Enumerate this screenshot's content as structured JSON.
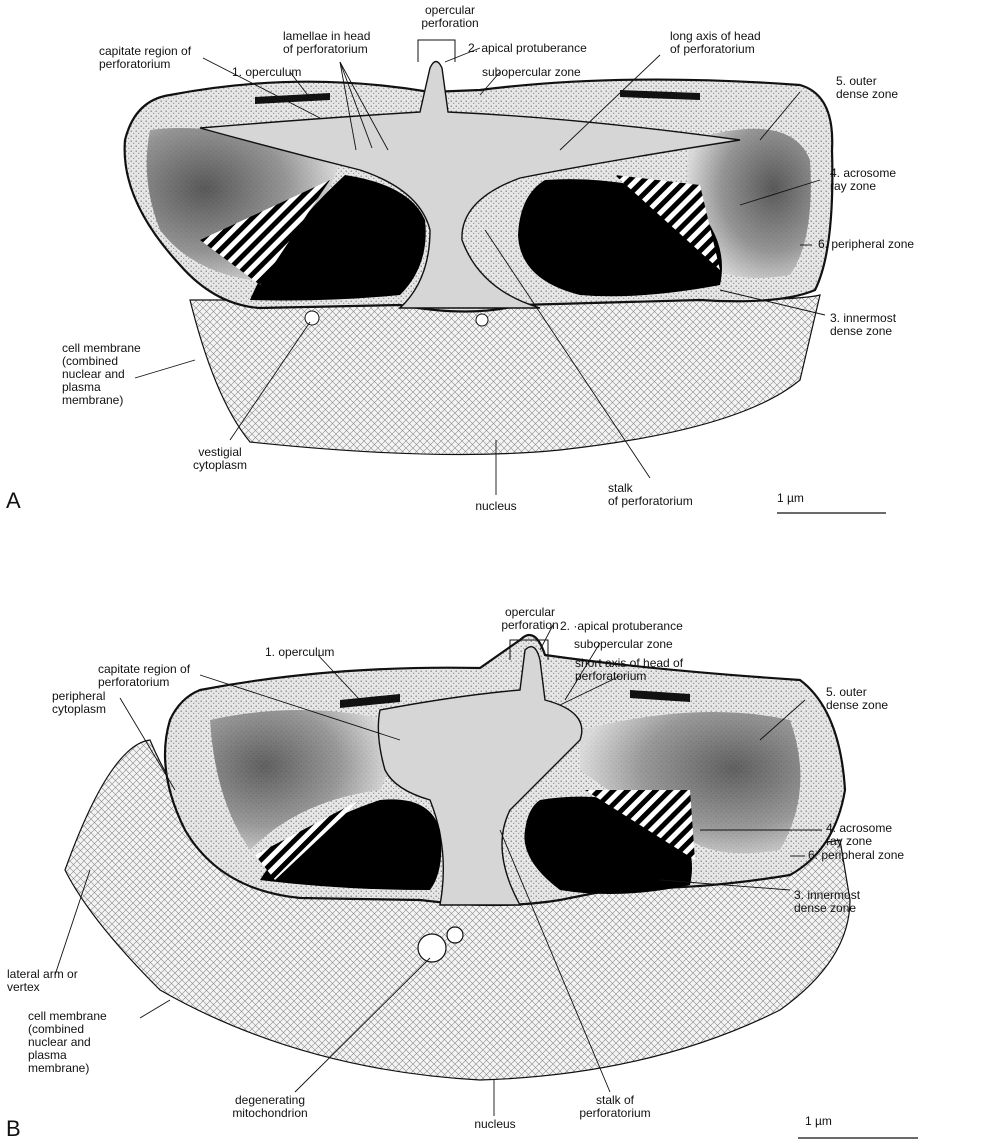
{
  "colors": {
    "ink": "#111111",
    "nucleus_fill": "#eeeeee",
    "stalk_fill": "#d8d8d8",
    "dense_zone": "#6a6a6a",
    "cavity": "#000000",
    "background": "#ffffff"
  },
  "panels": [
    {
      "letter": "A",
      "scale_label": "1 µm",
      "labels": {
        "opercular_perforation": "opercular\nperforation",
        "capitate_region": "capitate region of\nperforatorium",
        "lamellae": "lamellae in head\nof perforatorium",
        "operculum": "1. operculum",
        "apical_protuberance": "2.  apical protuberance",
        "subopercular_zone": "subopercular zone",
        "head_axis": "long axis of  head\nof perforatorium",
        "outer_dense_zone": "5. outer\ndense zone",
        "acrosome_ray_zone": "4. acrosome\nray zone",
        "peripheral_zone": "6. peripheral zone",
        "innermost_dense_zone": "3. innermost\ndense zone",
        "cell_membrane": "cell membrane\n(combined\nnuclear and\nplasma\nmembrane)",
        "vestigial_cytoplasm": "vestigial\ncytoplasm",
        "nucleus": "nucleus",
        "stalk": "stalk\nof perforatorium"
      }
    },
    {
      "letter": "B",
      "scale_label": "1 µm",
      "labels": {
        "opercular_perforation": "opercular\nperforation",
        "apical_protuberance": "2. ·apical protuberance",
        "operculum": "1. operculum",
        "subopercular_zone": "subopercular zone",
        "head_axis": "short axis of  head of\nperforatorium",
        "capitate_region": "capitate region of\nperforatorium",
        "outer_dense_zone": "5. outer\ndense zone",
        "peripheral_cytoplasm": "peripheral\ncytoplasm",
        "acrosome_ray_zone": "4. acrosome\nray zone",
        "peripheral_zone": "6. peripheral zone",
        "innermost_dense_zone": "3. innermost\ndense zone",
        "lateral_arm": "lateral arm or\nvertex",
        "cell_membrane": "cell membrane\n(combined\nnuclear and\nplasma\nmembrane)",
        "degenerating_mitochondrion": "degenerating\nmitochondrion",
        "nucleus": "nucleus",
        "stalk": "stalk of\nperforatorium"
      }
    }
  ]
}
